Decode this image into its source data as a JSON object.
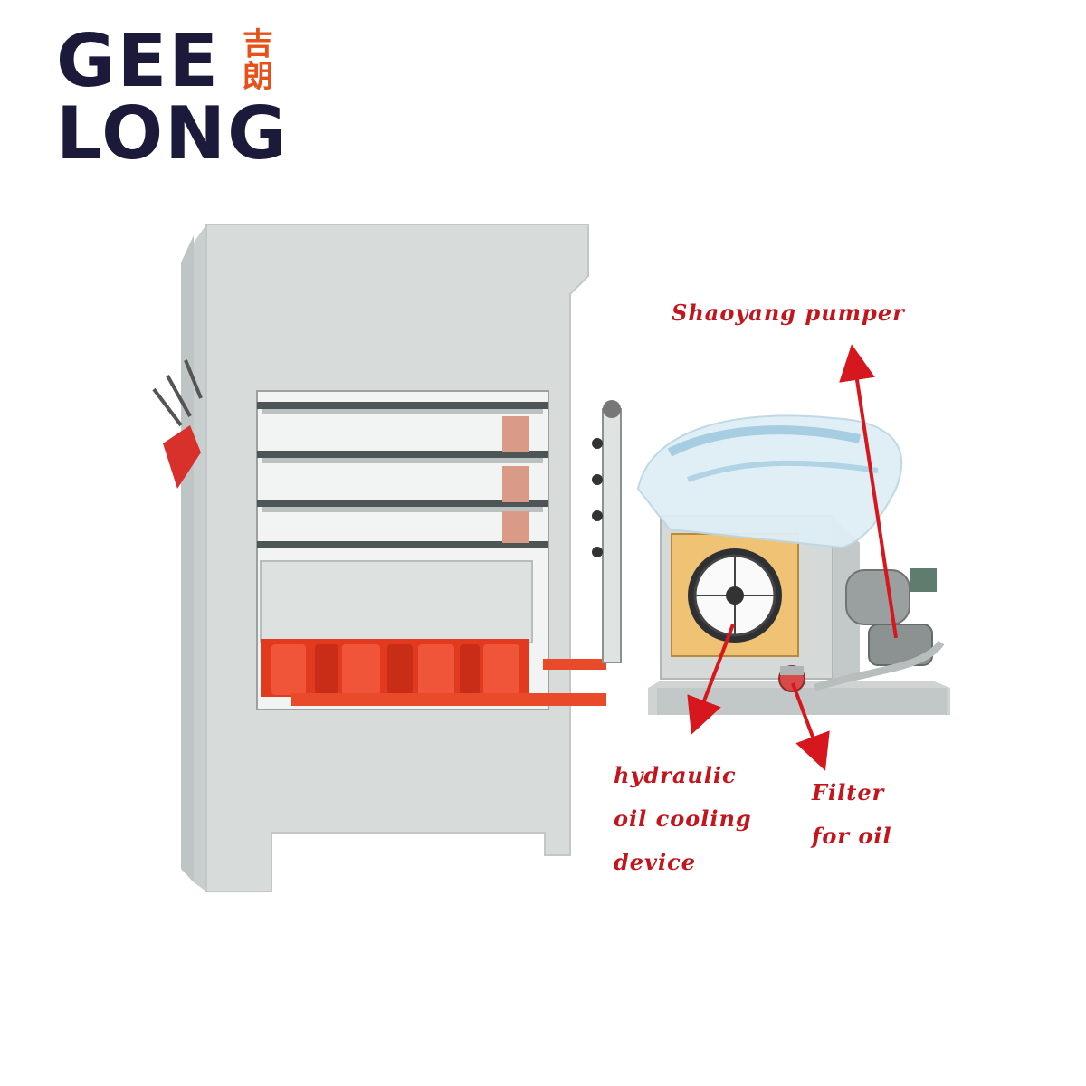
{
  "logo": {
    "line1": "GEE",
    "line2": "LONG",
    "cn_char1": "吉",
    "cn_char2": "朗"
  },
  "labels": {
    "pump": "Shaoyang pumper",
    "cooling": [
      "hydraulic",
      "oil cooling",
      "device"
    ],
    "filter": [
      "Filter",
      "for oil"
    ]
  },
  "colors": {
    "logo_text": "#1b1a3a",
    "logo_accent": "#e8501a",
    "annotation": "#c4141c",
    "machine_body": "#d7dcdb",
    "cylinders": "#e23a1e"
  }
}
